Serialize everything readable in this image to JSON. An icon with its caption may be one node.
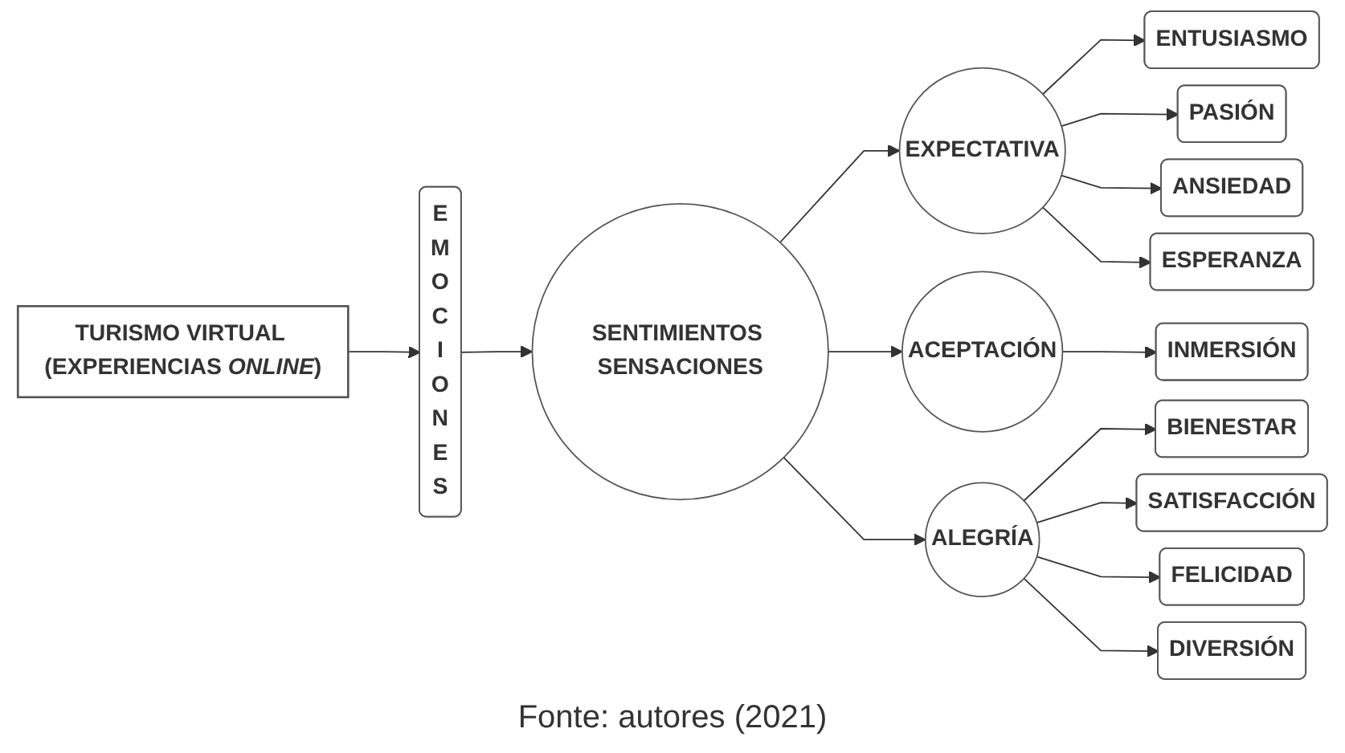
{
  "diagram": {
    "caption": "Fonte: autores (2021)",
    "nodes": [
      {
        "text": [
          "TURISMO VIRTUAL (EXPERIENCIAS *ONLINE*)"
        ]
      },
      {
        "text": [
          "EMOCIONES"
        ]
      },
      {
        "text": [
          "SENTIMIENTOS SENSACIONES"
        ]
      },
      {
        "text": [
          "EXPECTATIVA"
        ]
      },
      {
        "text": [
          "ACEPTACIÓN"
        ]
      },
      {
        "text": [
          "ALEGRÍA"
        ]
      },
      {
        "text": [
          "ENTUSIASMO"
        ]
      },
      {
        "text": [
          "PASIÓN"
        ]
      },
      {
        "text": [
          "ANSIEDAD"
        ]
      },
      {
        "text": [
          "ESPERANZA"
        ]
      },
      {
        "text": [
          "INMERSIÓN"
        ]
      },
      {
        "text": [
          "BIENESTAR"
        ]
      },
      {
        "text": [
          "SATISFACCIÓN"
        ]
      },
      {
        "text": [
          "FELICIDAD"
        ]
      },
      {
        "text": [
          "DIVERSIÓN"
        ]
      }
    ],
    "edges": [
      {
        "from": 0,
        "to": 1,
        "arrow": "to"
      },
      {
        "from": 1,
        "to": 2,
        "arrow": "to"
      },
      {
        "from": 2,
        "to": 3,
        "arrow": "to"
      },
      {
        "from": 2,
        "to": 4,
        "arrow": "to"
      },
      {
        "from": 2,
        "to": 5,
        "arrow": "to"
      },
      {
        "from": 3,
        "to": 6,
        "arrow": "to"
      },
      {
        "from": 3,
        "to": 7,
        "arrow": "to"
      },
      {
        "from": 3,
        "to": 8,
        "arrow": "to"
      },
      {
        "from": 3,
        "to": 9,
        "arrow": "to"
      },
      {
        "from": 4,
        "to": 10,
        "arrow": "to"
      },
      {
        "from": 5,
        "to": 11,
        "arrow": "to"
      },
      {
        "from": 5,
        "to": 12,
        "arrow": "to"
      },
      {
        "from": 5,
        "to": 13,
        "arrow": "to"
      },
      {
        "from": 5,
        "to": 14,
        "arrow": "to"
      }
    ]
  }
}
